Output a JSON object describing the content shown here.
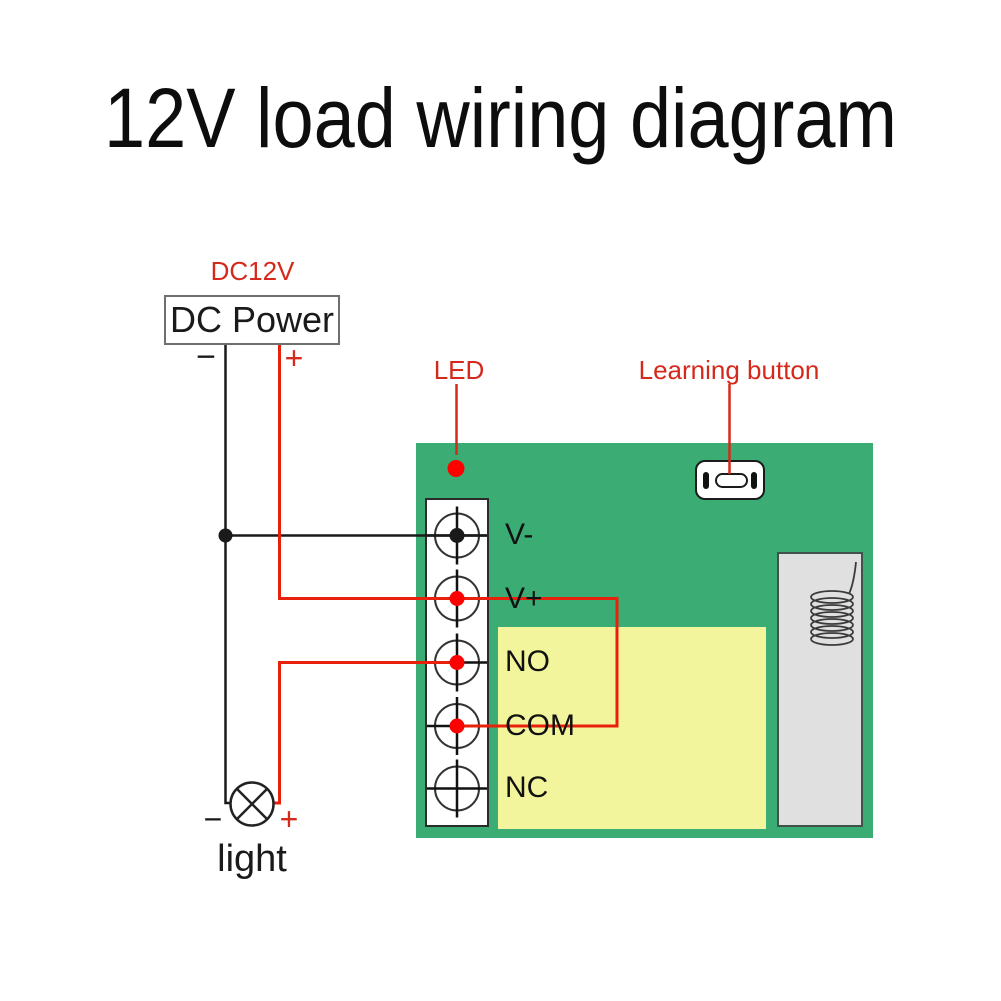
{
  "title": "12V load wiring diagram",
  "colors": {
    "board_green": "#3CAC75",
    "relay_yellow": "#F3F59C",
    "component_gray": "#E0E0E0",
    "label_red": "#D5291C",
    "wire_red": "#E8210C",
    "wire_black": "#1A1A1A",
    "dot_red": "#FF0000",
    "dot_black": "#1A1A1A"
  },
  "power_supply": {
    "voltage_label": "DC12V",
    "name": "DC Power",
    "minus": "−",
    "plus": "+"
  },
  "board": {
    "led_label": "LED",
    "learning_button_label": "Learning button",
    "terminals": [
      {
        "label": "V-"
      },
      {
        "label": "V+"
      },
      {
        "label": "NO"
      },
      {
        "label": "COM"
      },
      {
        "label": "NC"
      }
    ]
  },
  "load": {
    "name": "light",
    "minus": "−",
    "plus": "+"
  }
}
